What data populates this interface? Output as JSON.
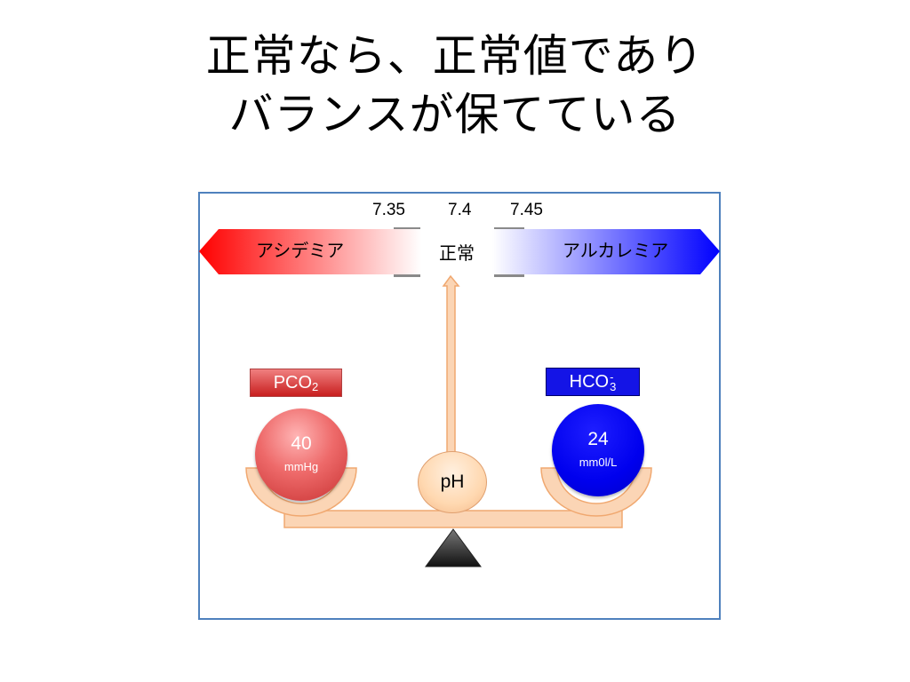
{
  "title": {
    "line1": "正常なら、正常値であり",
    "line2": "バランスが保てている"
  },
  "scale": {
    "ticks": [
      "7.35",
      "7.4",
      "7.45"
    ],
    "acidemia_label": "アシデミア",
    "alkalemia_label": "アルカレミア",
    "normal_label": "正常"
  },
  "left": {
    "tag_main": "PCO",
    "tag_sub": "2",
    "value": "40",
    "unit": "mmHg"
  },
  "right": {
    "tag_main": "HCO",
    "tag_sub": "3",
    "tag_sup": "-",
    "value": "24",
    "unit": "mm0l/L"
  },
  "center": {
    "label": "pH"
  },
  "colors": {
    "acid": "#ff0000",
    "alkali": "#0000ff",
    "frame": "#4f81bd",
    "beam": "#fbd5b5"
  }
}
